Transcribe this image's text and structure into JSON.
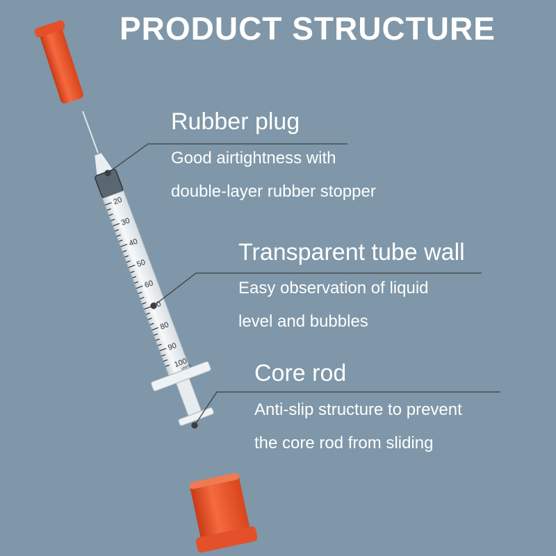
{
  "title": "PRODUCT STRUCTURE",
  "features": [
    {
      "title": "Rubber plug",
      "lines": [
        "Good airtightness with",
        "double-layer rubber stopper"
      ]
    },
    {
      "title": "Transparent tube wall",
      "lines": [
        "Easy observation of liquid",
        "level and bubbles"
      ]
    },
    {
      "title": "Core rod",
      "lines": [
        "Anti-slip structure to prevent",
        "the core rod from sliding"
      ]
    }
  ],
  "scale_labels": [
    "20",
    "30",
    "40",
    "50",
    "60",
    "70",
    "80",
    "90",
    "100"
  ],
  "scale_unit": "UNITS",
  "colors": {
    "background": "#7f97a8",
    "cap": "#f2542a",
    "barrel": "#eef2f4",
    "text": "#ffffff",
    "leader_line": "#3a3f44"
  }
}
